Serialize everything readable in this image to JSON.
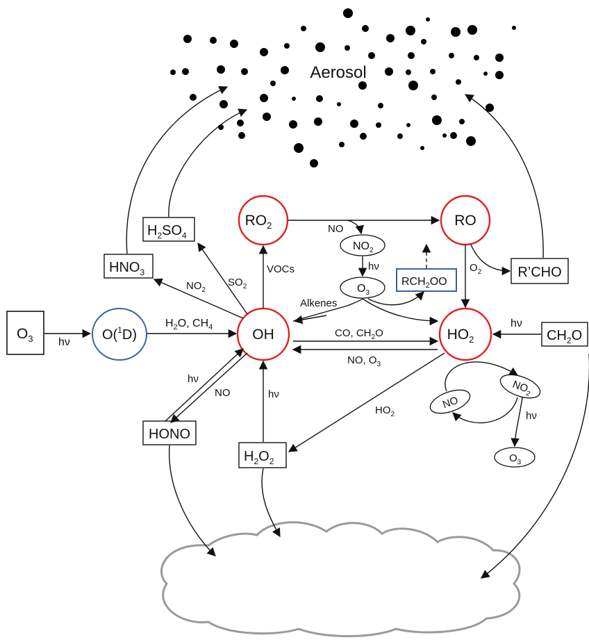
{
  "aerosol": {
    "label": "Aerosol"
  },
  "nodes": {
    "o3_source": {
      "main": "O",
      "sub": "3"
    },
    "o1d": {
      "main": "O(",
      "sup": "1",
      "tail": "D)"
    },
    "oh": {
      "main": "OH"
    },
    "ro2": {
      "main": "RO",
      "sub": "2"
    },
    "ro": {
      "main": "RO"
    },
    "ho2": {
      "main": "HO",
      "sub": "2"
    },
    "hno3": {
      "main": "HNO",
      "sub": "3"
    },
    "h2so4": {
      "a": "H",
      "s1": "2",
      "b": "SO",
      "s2": "4"
    },
    "rcho": {
      "main": "R’CHO"
    },
    "ch2o": {
      "a": "CH",
      "s1": "2",
      "b": "O"
    },
    "hono": {
      "main": "HONO"
    },
    "h2o2": {
      "a": "H",
      "s1": "2",
      "b": "O",
      "s2": "2"
    },
    "rch2oo": {
      "a": "RCH",
      "s1": "2",
      "b": "OO"
    },
    "no2_small": {
      "main": "NO",
      "sub": "2"
    },
    "o3_small": {
      "main": "O",
      "sub": "3"
    },
    "no_cycle": {
      "main": "NO"
    },
    "no2_cycle": {
      "main": "NO",
      "sub": "2"
    },
    "o3_cycle": {
      "main": "O",
      "sub": "3"
    }
  },
  "labels": {
    "hv_o3": "hν",
    "h2o_ch4": {
      "a": "H",
      "s1": "2",
      "b": "O, CH",
      "s2": "4"
    },
    "no2_hno3": {
      "main": "NO",
      "sub": "2"
    },
    "so2": {
      "main": "SO",
      "sub": "2"
    },
    "vocs": "VOCs",
    "no_ro2": "NO",
    "hv_no2": "hν",
    "alkenes": "Alkenes",
    "co_ch2o": {
      "a": "CO, CH",
      "s1": "2",
      "b": "O"
    },
    "no_o3": {
      "a": "NO, O",
      "s1": "3"
    },
    "o2_ro": {
      "main": "O",
      "sub": "2"
    },
    "hv_ch2o": "hν",
    "hv_hono": "hν",
    "no_hono": "NO",
    "hv_h2o2": "hν",
    "ho2_label": {
      "main": "HO",
      "sub": "2"
    },
    "hv_cycle": "hν"
  },
  "colors": {
    "red": "#e02020",
    "blue": "#3a5f9e",
    "cloud_fill": "#ffffff",
    "cloud_stroke": "#9a9a9a"
  }
}
